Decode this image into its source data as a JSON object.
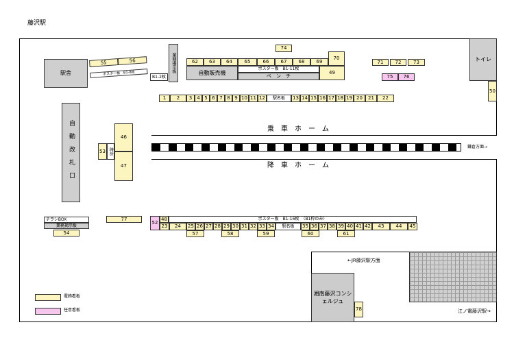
{
  "title": "藤沢駅",
  "station_building": "駅舎",
  "ticket_gate": "自動改札口",
  "toilet": "トイレ",
  "vending": "自動販売機",
  "poster_top": "ポスター板　B1-11枚",
  "bench": "ベ　ン　チ",
  "poster_left": "ポスター板　B1-8枚",
  "notice_board": "業務掲示板",
  "b1_2": "B1-2枚",
  "station_name_board": "駅名板",
  "boarding_platform": "乗　車　ホ　ー　ム",
  "alighting_platform": "降　車　ホ　ー　ム",
  "kamakura": "鎌倉方面→",
  "clock": "時計",
  "flyer_box": "チラシBOX",
  "business_board": "業務掲示板",
  "poster_bottom": "ポスター板　B1-16枚　（B1枠のみ）",
  "jr_direction": "←JR藤沢駅方面",
  "concierge": "湘南藤沢コンシェルジュ",
  "enoden": "江ノ電藤沢駅→",
  "legend": {
    "yellow": "電飾看板",
    "pink": "任意看板"
  },
  "colors": {
    "yellow": "#fdf5c0",
    "pink": "#f7c6ee",
    "gray": "#cfcfcf"
  },
  "boxes": {
    "b1": "1",
    "b2": "2",
    "b3": "3",
    "b4": "4",
    "b5": "5",
    "b6": "6",
    "b7": "7",
    "b8": "8",
    "b9": "9",
    "b10": "10",
    "b11": "11",
    "b12": "12",
    "b13": "13",
    "b14": "14",
    "b15": "15",
    "b16": "16",
    "b17": "17",
    "b18": "18",
    "b19": "19",
    "b20": "20",
    "b21": "21",
    "b22": "22",
    "b23": "23",
    "b24": "24",
    "b25": "25",
    "b26": "26",
    "b27": "27",
    "b28": "28",
    "b29": "29",
    "b30": "30",
    "b31": "31",
    "b32": "32",
    "b33": "33",
    "b34": "34",
    "b35": "35",
    "b36": "36",
    "b37": "37",
    "b38": "38",
    "b39": "39",
    "b40": "40",
    "b41": "41",
    "b42": "42",
    "b43": "43",
    "b44": "44",
    "b45": "45",
    "b46": "46",
    "b47": "47",
    "b48": "48",
    "b49": "49",
    "b50": "50",
    "b52": "52",
    "b53": "53",
    "b54": "54",
    "b55": "55",
    "b56": "56",
    "b57": "57",
    "b58": "58",
    "b59": "59",
    "b60": "60",
    "b61": "61",
    "b62": "62",
    "b63": "63",
    "b64": "64",
    "b65": "65",
    "b66": "66",
    "b67": "67",
    "b68": "68",
    "b69": "69",
    "b70": "70",
    "b71": "71",
    "b72": "72",
    "b73": "73",
    "b74": "74",
    "b75": "75",
    "b76": "76",
    "b77": "77",
    "b78": "78"
  }
}
